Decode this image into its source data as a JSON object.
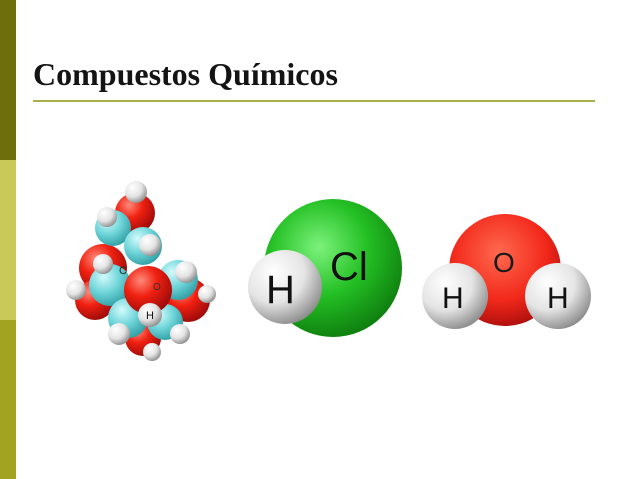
{
  "slide": {
    "title": "Compuestos Químicos"
  },
  "molecules": {
    "glucose": {
      "label_c": "C",
      "label_o": "O",
      "label_h": "H"
    },
    "hcl": {
      "label_h": "H",
      "label_cl": "Cl"
    },
    "water": {
      "label_o": "O",
      "label_h_left": "H",
      "label_h_right": "H"
    }
  },
  "colors": {
    "carbon": "#6fd8dc",
    "oxygen": "#e01818",
    "hydrogen": "#f2f2f2",
    "chlorine": "#22b922",
    "accent_dark": "#6e6e0c",
    "accent_light": "#c9c95a",
    "accent_mid": "#a3a322"
  }
}
